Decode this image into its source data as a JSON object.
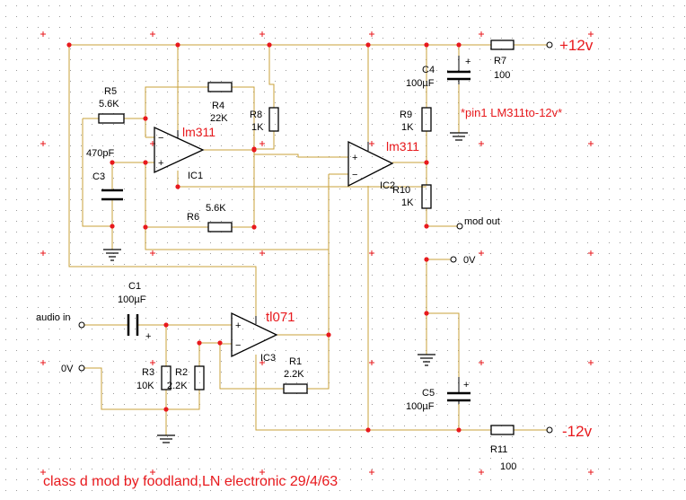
{
  "colors": {
    "wire": "#c9a23a",
    "component": "#000000",
    "junction": "#e8191d",
    "annotation": "#e8191d",
    "grid_dot": "#9a9a9a",
    "grid_cross": "#e8191d",
    "background": "#ffffff"
  },
  "rails": {
    "positive": "+12v",
    "negative": "-12v"
  },
  "note": "*pin1 LM311to-12v*",
  "footer": "class d mod by foodland,LN electronic 29/4/63",
  "ports": {
    "audio_in": "audio in",
    "zero_left": "0V",
    "zero_right": "0V",
    "mod_out": "mod out"
  },
  "ics": {
    "ic1": {
      "ref": "IC1",
      "part": "lm311"
    },
    "ic2": {
      "ref": "IC2",
      "part": "lm311"
    },
    "ic3": {
      "ref": "IC3",
      "part": "tl071"
    }
  },
  "components": {
    "r1": {
      "ref": "R1",
      "value": "2.2K"
    },
    "r2": {
      "ref": "R2",
      "value": "2.2K"
    },
    "r3": {
      "ref": "R3",
      "value": "10K"
    },
    "r4": {
      "ref": "R4",
      "value": "22K"
    },
    "r5": {
      "ref": "R5",
      "value": "5.6K"
    },
    "r6": {
      "ref": "R6",
      "value": "5.6K"
    },
    "r7": {
      "ref": "R7",
      "value": "100"
    },
    "r8": {
      "ref": "R8",
      "value": "1K"
    },
    "r9": {
      "ref": "R9",
      "value": "1K"
    },
    "r10": {
      "ref": "R10",
      "value": "1K"
    },
    "r11": {
      "ref": "R11",
      "value": "100"
    },
    "c1": {
      "ref": "C1",
      "value": "100µF"
    },
    "c3": {
      "ref": "C3",
      "value": "470pF"
    },
    "c4": {
      "ref": "C4",
      "value": "100µF"
    },
    "c5": {
      "ref": "C5",
      "value": "100µF"
    }
  },
  "symbols": {
    "plus": "+",
    "minus": "−"
  }
}
